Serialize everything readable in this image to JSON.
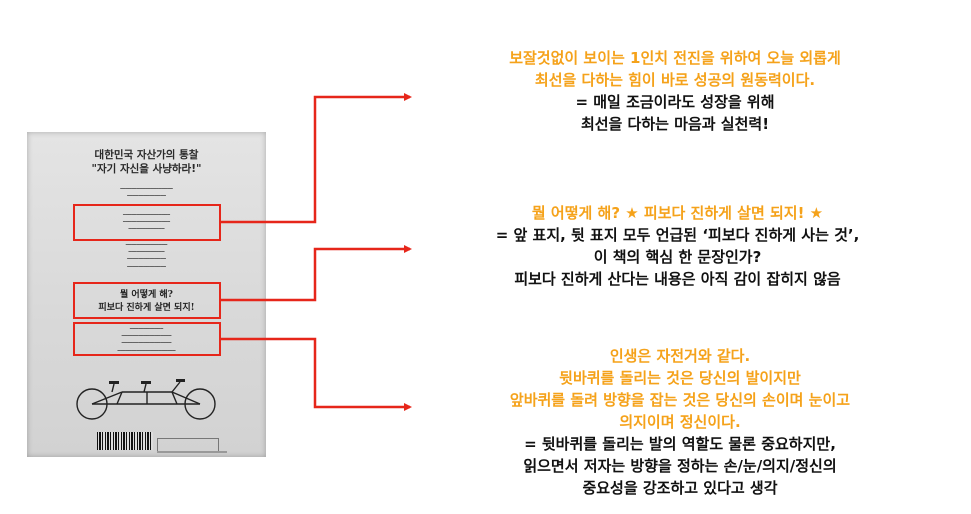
{
  "book": {
    "title_line1": "대한민국 자산가의 통찰",
    "title_line2": "\"자기 자신을 사냥하라!\"",
    "highlight_line1": "뭘 어떻게 해?",
    "highlight_line2": "피보다 진하게 살면 되지!"
  },
  "annotations": {
    "first": {
      "orange_line1": "보잘것없이 보이는 1인치 전진을 위하여 오늘 외롭게",
      "orange_line2": "최선을 다하는 힘이 바로 성공의 원동력이다.",
      "black_line1": "= 매일 조금이라도 성장을 위해",
      "black_line2": "최선을 다하는 마음과 실천력!"
    },
    "second": {
      "orange_line1": "뭘 어떻게 해? ★ 피보다 진하게 살면 되지! ★",
      "black_line1": "= 앞 표지, 뒷 표지 모두 언급된 ‘피보다 진하게 사는 것’,",
      "black_line2": "이 책의 핵심 한 문장인가?",
      "black_line3": "피보다 진하게 산다는 내용은 아직 감이 잡히지 않음"
    },
    "third": {
      "orange_line1": "인생은 자전거와 같다.",
      "orange_line2": "뒷바퀴를 돌리는 것은 당신의 발이지만",
      "orange_line3": "앞바퀴를 돌려 방향을 잡는 것은 당신의 손이며 눈이고",
      "orange_line4": "의지이며 정신이다.",
      "black_line1": "= 뒷바퀴를 돌리는 발의 역할도 물론 중요하지만,",
      "black_line2": "읽으면서 저자는 방향을 정하는 손/눈/의지/정신의",
      "black_line3": "중요성을 강조하고 있다고 생각"
    }
  },
  "colors": {
    "accent_orange": "#f5a21a",
    "highlight_red": "#e6261a",
    "text_black": "#111111"
  },
  "icons": [
    "bicycle-icon",
    "barcode-icon",
    "arrow-right-icon"
  ]
}
